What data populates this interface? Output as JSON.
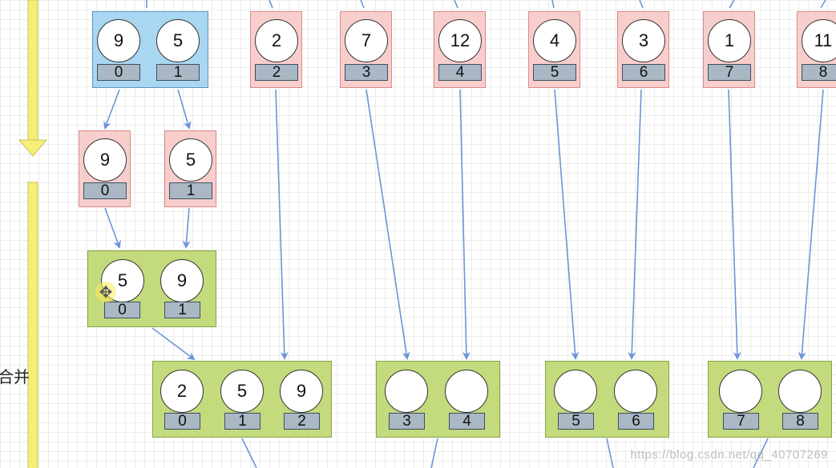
{
  "split_section_label": "",
  "merge_section_label": "合并",
  "watermark": "https://blog.csdn.net/qq_40707269",
  "colors": {
    "arrow": "#6a96d8",
    "phase_arrow": "#f5ef7a",
    "leaf_box": "#f8cecc",
    "split_box": "#a9d6f0",
    "merged_box": "#c3da7d"
  },
  "row1": [
    {
      "cells": [
        {
          "value": "9",
          "index": "0"
        },
        {
          "value": "5",
          "index": "1"
        }
      ]
    },
    {
      "cells": [
        {
          "value": "2",
          "index": "2"
        }
      ]
    },
    {
      "cells": [
        {
          "value": "7",
          "index": "3"
        }
      ]
    },
    {
      "cells": [
        {
          "value": "12",
          "index": "4"
        }
      ]
    },
    {
      "cells": [
        {
          "value": "4",
          "index": "5"
        }
      ]
    },
    {
      "cells": [
        {
          "value": "3",
          "index": "6"
        }
      ]
    },
    {
      "cells": [
        {
          "value": "1",
          "index": "7"
        }
      ]
    },
    {
      "cells": [
        {
          "value": "11",
          "index": "8"
        }
      ]
    }
  ],
  "row2": [
    {
      "cells": [
        {
          "value": "9",
          "index": "0"
        }
      ]
    },
    {
      "cells": [
        {
          "value": "5",
          "index": "1"
        }
      ]
    }
  ],
  "row3": [
    {
      "cells": [
        {
          "value": "5",
          "index": "0"
        },
        {
          "value": "9",
          "index": "1"
        }
      ]
    }
  ],
  "row4": [
    {
      "cells": [
        {
          "value": "2",
          "index": "0"
        },
        {
          "value": "5",
          "index": "1"
        },
        {
          "value": "9",
          "index": "2"
        }
      ]
    },
    {
      "cells": [
        {
          "value": "",
          "index": "3"
        },
        {
          "value": "",
          "index": "4"
        }
      ]
    },
    {
      "cells": [
        {
          "value": "",
          "index": "5"
        },
        {
          "value": "",
          "index": "6"
        }
      ]
    },
    {
      "cells": [
        {
          "value": "",
          "index": "7"
        },
        {
          "value": "",
          "index": "8"
        }
      ]
    }
  ]
}
